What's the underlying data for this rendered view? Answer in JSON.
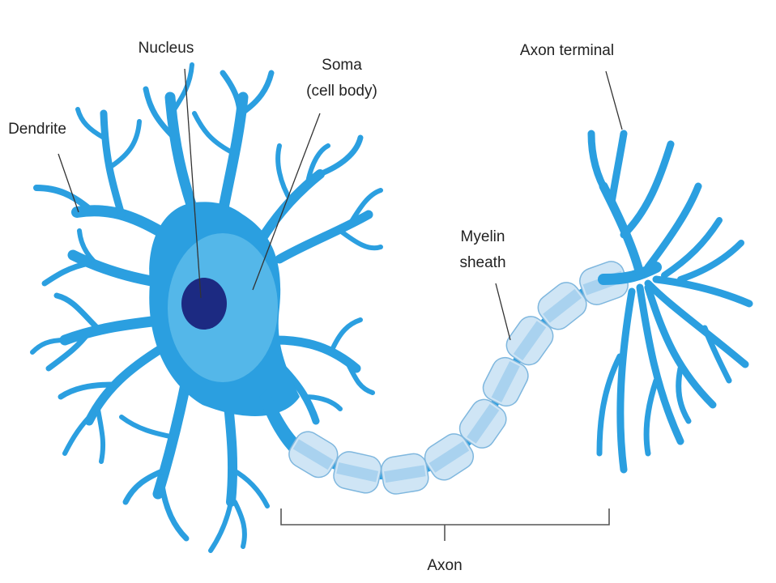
{
  "labels": {
    "nucleus": "Nucleus",
    "soma_line1": "Soma",
    "soma_line2": "(cell body)",
    "dendrite": "Dendrite",
    "axon_terminal": "Axon terminal",
    "myelin_line1": "Myelin",
    "myelin_line2": "sheath",
    "axon": "Axon"
  },
  "colors": {
    "neuron": "#2b9fe0",
    "soma_inner": "#5cbbea",
    "nucleus": "#1c2a82",
    "myelin": "#cfe5f5",
    "myelin_band": "#a9d2ef",
    "myelin_edge": "#7fb7de",
    "leader_line": "#333333",
    "bracket": "#555555"
  }
}
